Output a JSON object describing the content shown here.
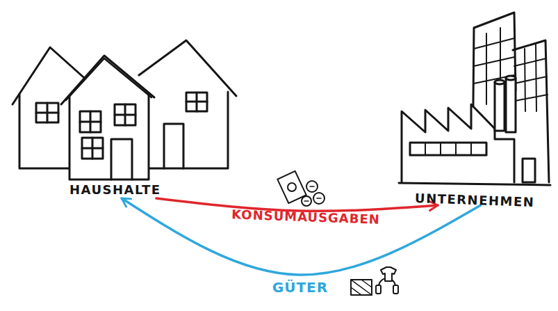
{
  "diagram": {
    "nodes": [
      {
        "text": [
          "HAUSHALTE"
        ]
      },
      {
        "text": [
          "UNTERNEHMEN"
        ]
      }
    ],
    "edges": [
      {
        "from": 0,
        "to": 1,
        "label": "KONSUMAUSGABEN",
        "arrow": "to"
      },
      {
        "from": 1,
        "to": 0,
        "label": "GÜTER",
        "arrow": "to"
      }
    ]
  }
}
